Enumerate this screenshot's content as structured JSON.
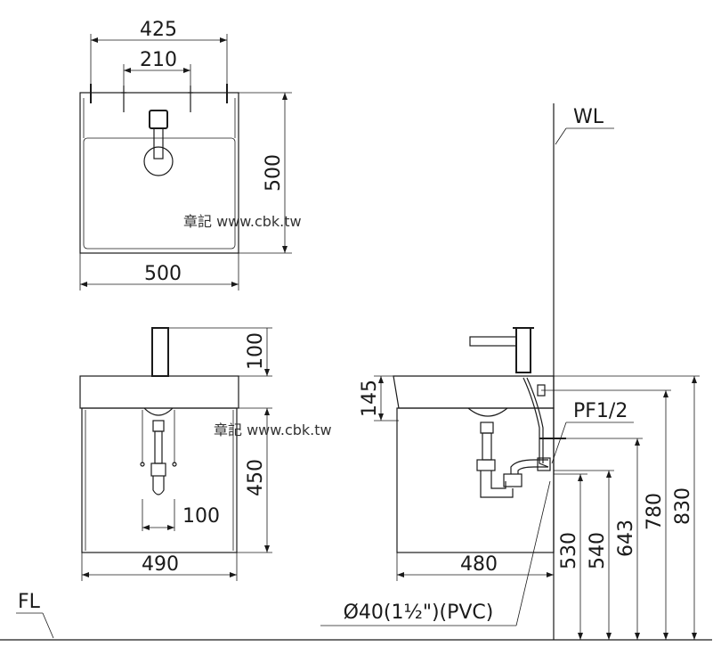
{
  "top_view": {
    "dim_outer_width_top": "425",
    "dim_inner_width_top": "210",
    "dim_depth": "500",
    "dim_width_bottom": "500"
  },
  "front_view": {
    "dim_faucet_height": "100",
    "dim_cabinet_height": "450",
    "dim_trap_offset": "100",
    "dim_cabinet_width": "490"
  },
  "side_view": {
    "dim_basin_thickness": "145",
    "label_supply": "PF1/2",
    "label_wall": "WL",
    "dim_cabinet_depth": "480",
    "label_drain": "Ø40(1½\")(PVC)",
    "dims_heights": [
      "530",
      "540",
      "643",
      "780",
      "830"
    ]
  },
  "floor_label": "FL",
  "watermark": "章記 www.cbk.tw"
}
